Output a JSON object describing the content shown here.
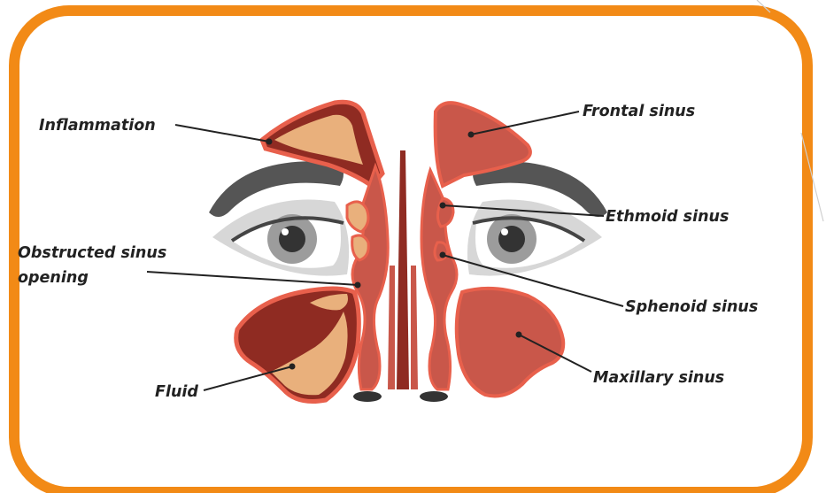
{
  "labels": {
    "inflammation": "Inflammation",
    "obstructed_line1": "Obstructed sinus",
    "obstructed_line2": "opening",
    "fluid": "Fluid",
    "frontal": "Frontal sinus",
    "ethmoid": "Ethmoid sinus",
    "sphenoid": "Sphenoid sinus",
    "maxillary": "Maxillary sinus"
  },
  "colors": {
    "frame_orange": "#f28a16",
    "sinus_red": "#c9574a",
    "sinus_dark": "#8f2b22",
    "sinus_outline": "#e8604c",
    "fluid_tan": "#e9b07c",
    "skin_gray": "#d7d7d7",
    "eye_gray": "#9c9c9c",
    "brow_gray": "#555555"
  }
}
